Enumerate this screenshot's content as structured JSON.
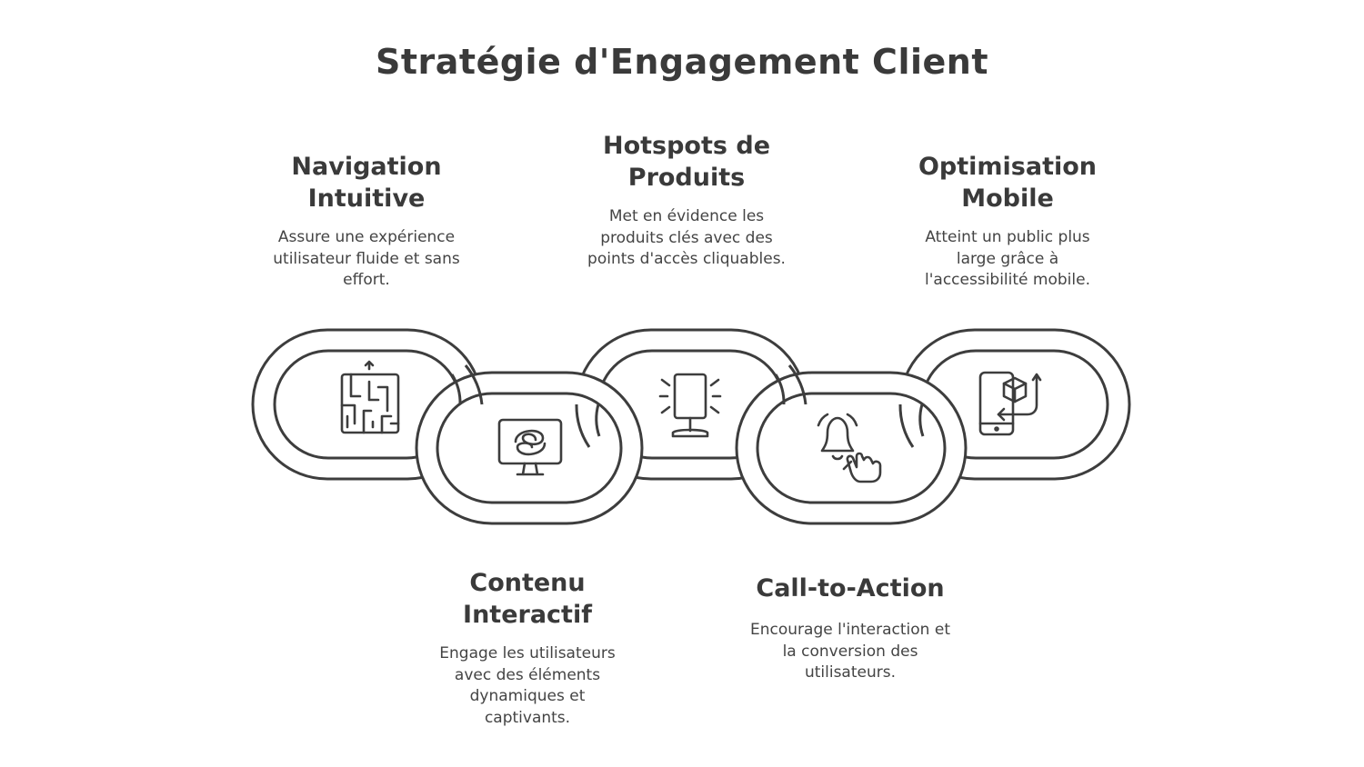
{
  "title": "Stratégie d'Engagement Client",
  "steps": [
    {
      "heading": "Navigation Intuitive",
      "description": "Assure une expérience utilisateur fluide et sans effort.",
      "icon": "maze-icon"
    },
    {
      "heading": "Contenu Interactif",
      "description": "Engage les utilisateurs avec des éléments dynamiques et captivants.",
      "icon": "monitor-swirl-icon"
    },
    {
      "heading": "Hotspots de Produits",
      "description": "Met en évidence les produits clés avec des points d'accès cliquables.",
      "icon": "spotlight-sign-icon"
    },
    {
      "heading": "Call-to-Action",
      "description": "Encourage l'interaction et la conversion des utilisateurs.",
      "icon": "bell-tap-icon"
    },
    {
      "heading": "Optimisation Mobile",
      "description": "Atteint un public plus large grâce à l'accessibilité mobile.",
      "icon": "mobile-box-icon"
    }
  ],
  "colors": {
    "stroke": "#3d3d3d",
    "fill": "#ffffff",
    "text": "#3a3a3a"
  }
}
